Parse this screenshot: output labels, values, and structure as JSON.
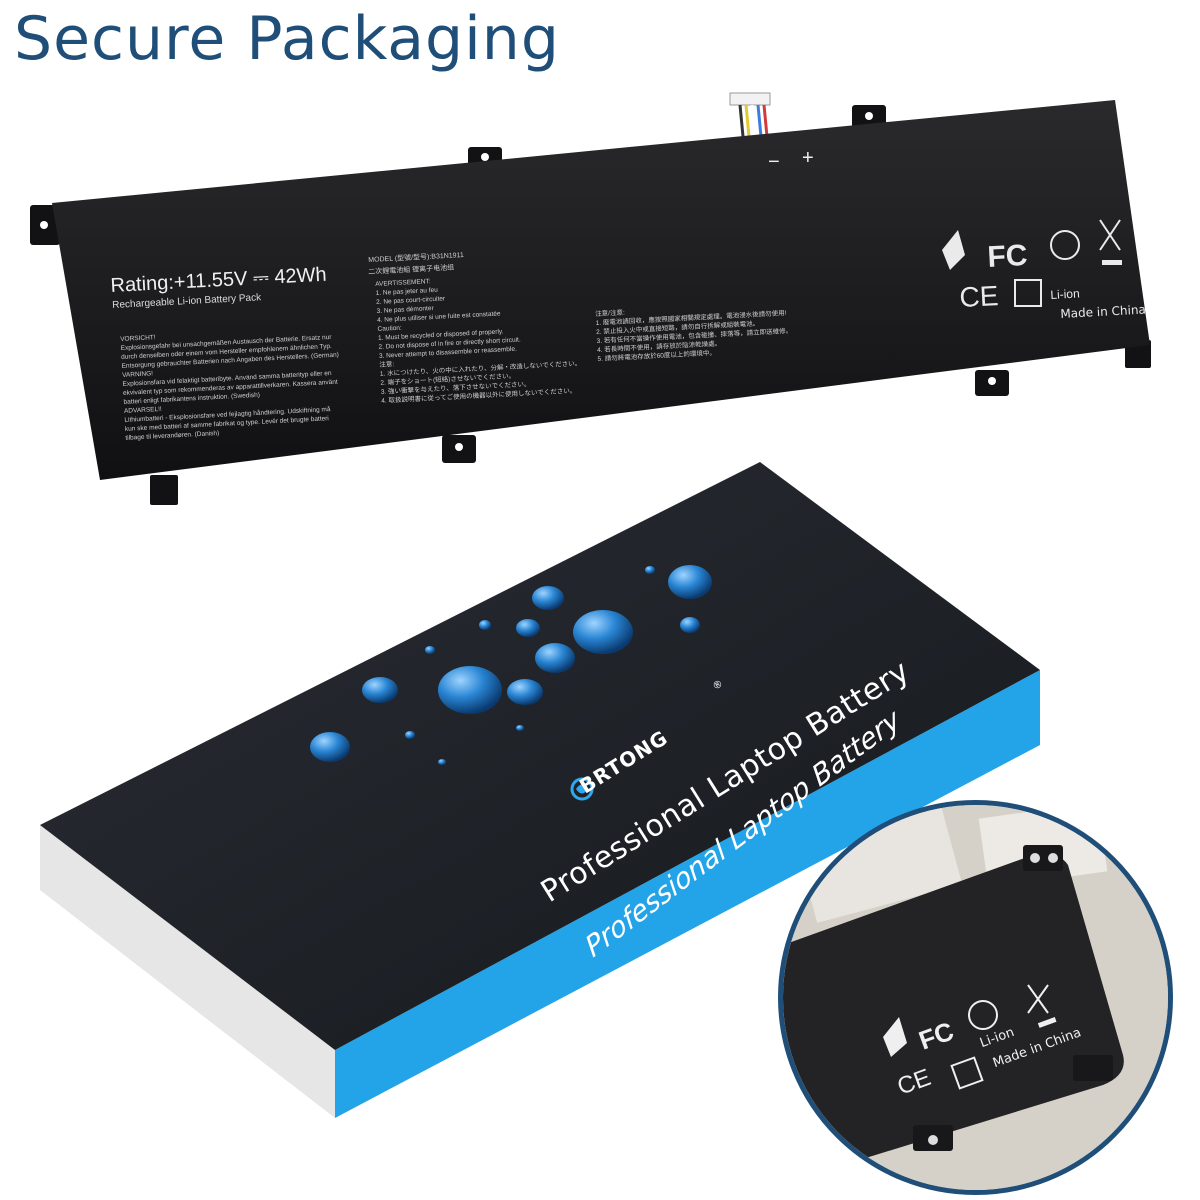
{
  "headline": "Secure Packaging",
  "battery": {
    "rating": "Rating:+11.55V ⎓ 42Wh",
    "pack_type": "Rechargeable Li-ion Battery Pack",
    "model_line": "MODEL (型號/型号):B31N1911",
    "chinese_line": "二次鋰電池組   锂离子电池组",
    "warnings_left": "VORSICHT!\nExplosionsgefahr bei unsachgemäßen Austausch der Batterie. Ersatz nur\ndurch denselben oder einem vom Hersteller empfohlenem ähnlichen Typ.\nEntsorgung gebrauchter Batterien nach Angaben des Herstellers. (German)\nVARNING!\nExplosionsfara vid felaktigt batteribyte. Använd samma batterityp eller en\nekvivalent typ som rekommenderas av apparattillverkaren. Kassera använt\nbatteri enligt fabrikantens instruktion. (Swedish)\nADVARSEL!!\nLithiumbatteri - Eksplosionsfare ved fejlagtig håndtering. Udskiftning må\nkun ske med batteri af samme fabrikat og type. Levér det brugte batteri\ntilbage til leverandøren. (Danish)",
    "warnings_mid": "AVERTISSEMENT:\n1. Ne pas jeter au feu\n2. Ne pas court-circuiter\n3. Ne pas démonter\n4. Ne plus utiliser si une fuite est constatée\nCaution:\n1. Must be recycled or disposed of properly.\n2. Do not dispose of in fire or directly short circuit.\n3. Never attempt to disassemble or reassemble.\n注意:\n1. 水につけたり、火の中に入れたり、分解・改造しないでください。\n2. 端子をショート(短絡)させないでください。\n3. 強い衝撃を与えたり、落下させないでください。\n4. 取扱説明書に従ってご使用の機器以外に使用しないでください。",
    "warnings_right": "注意/注意:\n1. 廢電池請回收，應按照國家相關規定處理。電池浸水後請勿使用!\n2. 禁止投入火中或直接短路，請勿自行拆解或組裝電池。\n3. 若有任何不當操作使用電池，包含碰撞、摔落等，請立即送維修。\n4. 若長時間不使用，請存放於陰涼乾燥處。\n5. 請勿將電池存放於60度以上的環境中。",
    "minus": "−",
    "plus": "+",
    "liion": "Li-ion",
    "made_in": "Made in China",
    "marks": [
      "FC",
      "CE"
    ]
  },
  "box": {
    "brand": "BRTONG",
    "registered": "®",
    "tagline_top": "Professional Laptop Battery",
    "tagline_side": "Professional Laptop Battery",
    "colors": {
      "box_top": "#1c1f24",
      "box_side": "#23a4e8",
      "box_edge": "#e8e8e8",
      "bubble": "#2a86d4"
    }
  },
  "inset": {
    "liion": "Li-ion",
    "made_in": "Made in China",
    "frame_color": "#1f4e79"
  }
}
